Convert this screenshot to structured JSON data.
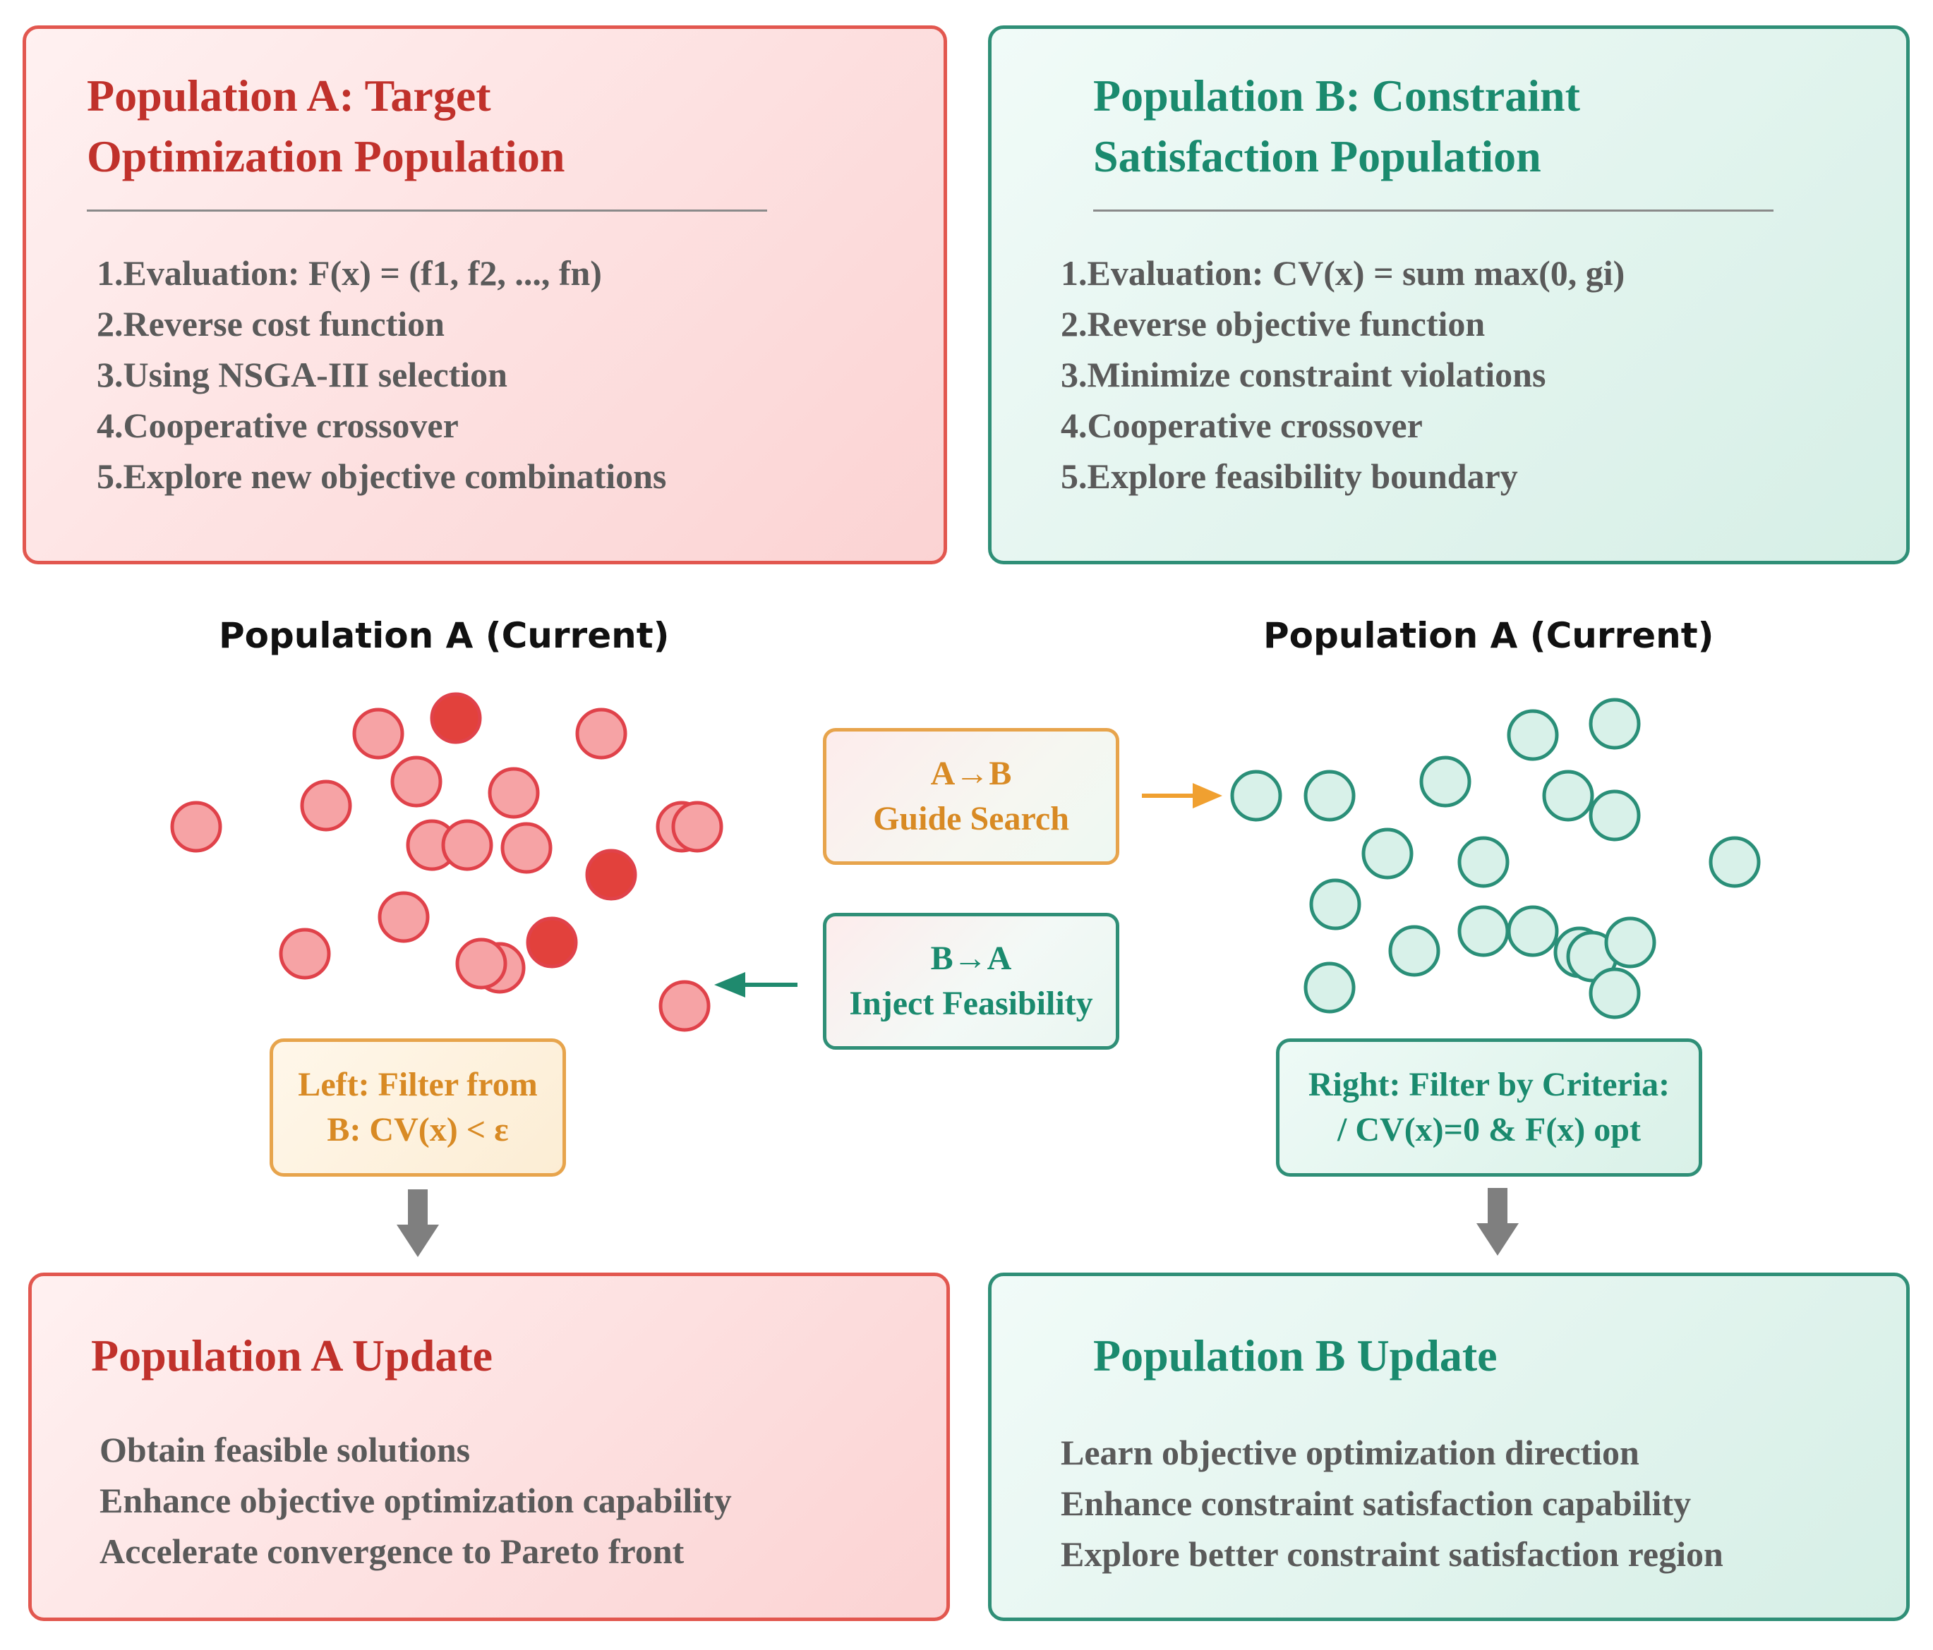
{
  "population_a_box": {
    "title_line1": "Population A: Target",
    "title_line2": "Optimization Population",
    "items": [
      "1.Evaluation: F(x) = (f1, f2, ..., fn)",
      "2.Reverse cost function",
      "3.Using NSGA-III selection",
      "4.Cooperative crossover",
      "5.Explore new objective combinations"
    ]
  },
  "population_b_box": {
    "title_line1": "Population B: Constraint",
    "title_line2": "Satisfaction Population",
    "items": [
      "1.Evaluation: CV(x) = sum max(0, gi)",
      "2.Reverse objective function",
      "3.Minimize constraint violations",
      "4.Cooperative crossover",
      "5.Explore feasibility boundary"
    ]
  },
  "left_population_label": "Population A (Current)",
  "right_population_label": "Population A (Current)",
  "exchange": {
    "a_to_b_line1": "A→B",
    "a_to_b_line2": "Guide Search",
    "b_to_a_line1": "B→A",
    "b_to_a_line2": "Inject Feasibility"
  },
  "filters": {
    "left_line1": "Left: Filter from",
    "left_line2": "B: CV(x) < ε",
    "right_line1": "Right: Filter by Criteria:",
    "right_line2": "/ CV(x)=0 & F(x) opt"
  },
  "update_a": {
    "title": "Population A Update",
    "items": [
      "Obtain feasible solutions",
      "Enhance objective optimization capability",
      "Accelerate convergence to Pareto front"
    ]
  },
  "update_b": {
    "title": "Population B Update",
    "items": [
      "Learn objective optimization direction",
      "Enhance constraint satisfaction capability",
      "Explore better constraint satisfaction region"
    ]
  },
  "colors": {
    "red_fill": "#f6a3a5",
    "red_stroke": "#e0424a",
    "red_solid": "#e2413c",
    "teal_fill": "#d8f1e9",
    "teal_stroke": "#2a8f78",
    "orange_arrow": "#f0a030",
    "teal_arrow": "#1f8a6e",
    "gray_arrow": "#7f7f7f"
  }
}
